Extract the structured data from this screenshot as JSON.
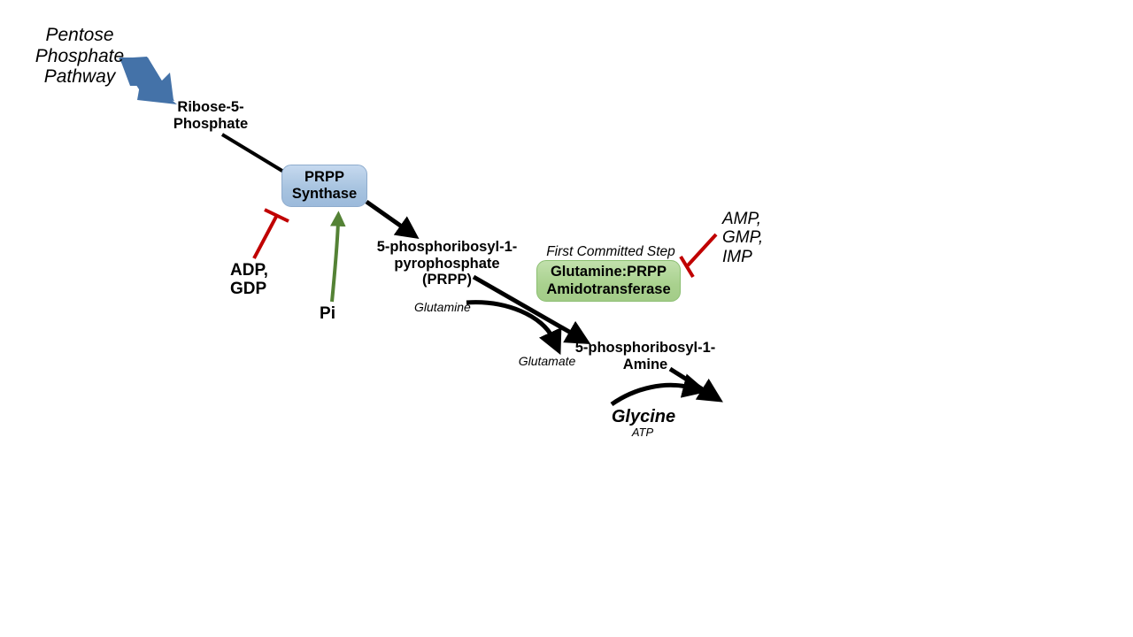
{
  "diagram": {
    "title": "Purine Nucleotide Biosynthesis - PRPP and First Committed Step",
    "colors": {
      "blue_block_arrow": "#4472a8",
      "enzyme_box_blue_fill": "#a8c4e0",
      "enzyme_box_blue_border": "#8faccd",
      "enzyme_box_green_fill": "#a9d18e",
      "enzyme_box_green_border": "#8cbf72",
      "inhibition_red": "#c00000",
      "activation_green": "#548235",
      "reaction_black": "#000000",
      "background": "#ffffff"
    }
  },
  "labels": {
    "pentose_phosphate_pathway": "Pentose Phosphate\nPathway",
    "ribose_5_phosphate": "Ribose-5-\nPhosphate",
    "prpp_synthase": "PRPP\nSynthase",
    "adp_gdp": "ADP,\nGDP",
    "pi": "Pi",
    "prpp_product": "5-phosphoribosyl-1-\npyrophosphate\n(PRPP)",
    "first_committed_step": "First Committed Step",
    "glutamine_prpp_amidotransferase": "Glutamine:PRPP\nAmidotransferase",
    "amp_gmp_imp": "AMP,\nGMP,\nIMP",
    "glutamine": "Glutamine",
    "glutamate": "Glutamate",
    "phosphoribosylamine": "5-phosphoribosyl-1-\nAmine",
    "glycine": "Glycine",
    "atp": "ATP"
  },
  "icons": {
    "block_arrow": "thick-blue-block-arrow",
    "reaction_arrow": "black-reaction-arrow",
    "inhibition_arrow": "red-inhibition-tbar-arrow",
    "activation_arrow": "green-activation-arrow",
    "curved_substrate_arrow": "curved-black-substrate-arrow",
    "plain_connector": "black-plain-line-connector"
  }
}
